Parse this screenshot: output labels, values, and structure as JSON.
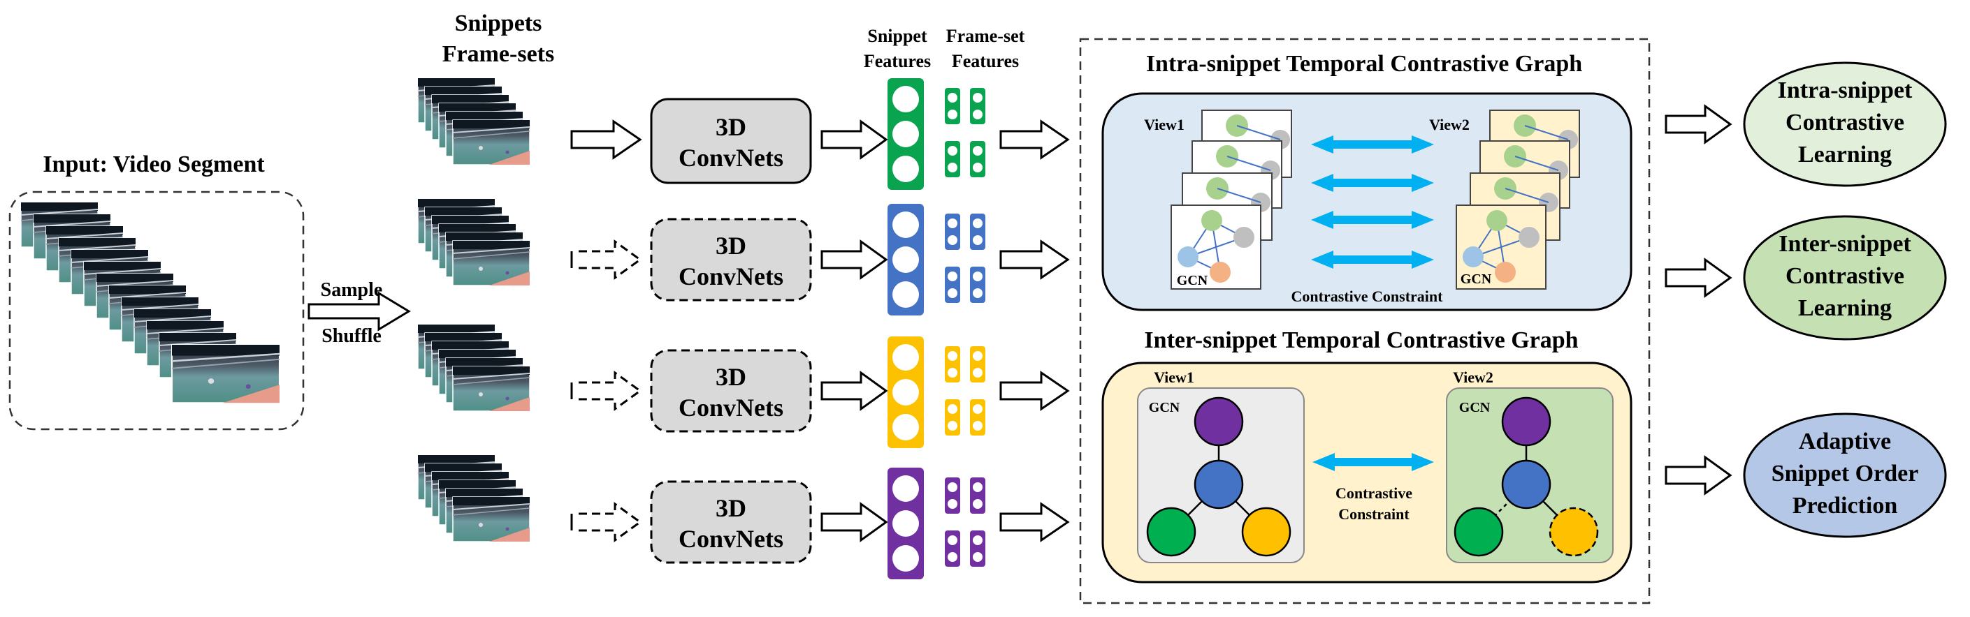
{
  "input": {
    "title": "Input: Video Segment"
  },
  "sample_shuffle": {
    "line1": "Sample",
    "line2": "Shuffle"
  },
  "snippets": {
    "title_line1": "Snippets",
    "title_line2": "Frame-sets"
  },
  "convnets": {
    "label_line1": "3D",
    "label_line2": "ConvNets"
  },
  "features": {
    "snippet_line1": "Snippet",
    "snippet_line2": "Features",
    "frameset_line1": "Frame-set",
    "frameset_line2": "Features",
    "branch_colors": [
      "#0aa450",
      "#4472c4",
      "#fcc200",
      "#7030a0"
    ]
  },
  "intra_graph": {
    "title": "Intra-snippet Temporal Contrastive Graph",
    "view1": "View1",
    "view2": "View2",
    "gcn": "GCN",
    "constraint": "Contrastive Constraint",
    "bg_color": "#dce8f4"
  },
  "inter_graph": {
    "title": "Inter-snippet Temporal Contrastive Graph",
    "view1": "View1",
    "view2": "View2",
    "gcn": "GCN",
    "constraint_line1": "Contrastive",
    "constraint_line2": "Constraint",
    "bg_color": "#fff2cc"
  },
  "outputs": [
    {
      "line1": "Intra-snippet",
      "line2": "Contrastive",
      "line3": "Learning",
      "color": "#e2efda"
    },
    {
      "line1": "Inter-snippet",
      "line2": "Contrastive",
      "line3": "Learning",
      "color": "#c5e0b3"
    },
    {
      "line1": "Adaptive",
      "line2": "Snippet Order",
      "line3": "Prediction",
      "color": "#b4c7e7"
    }
  ],
  "colors": {
    "arrow_cyan": "#00b0f0",
    "node_green": "#00b050",
    "node_blue": "#4472c4",
    "node_purple": "#7030a0",
    "node_yellow": "#ffc000"
  }
}
